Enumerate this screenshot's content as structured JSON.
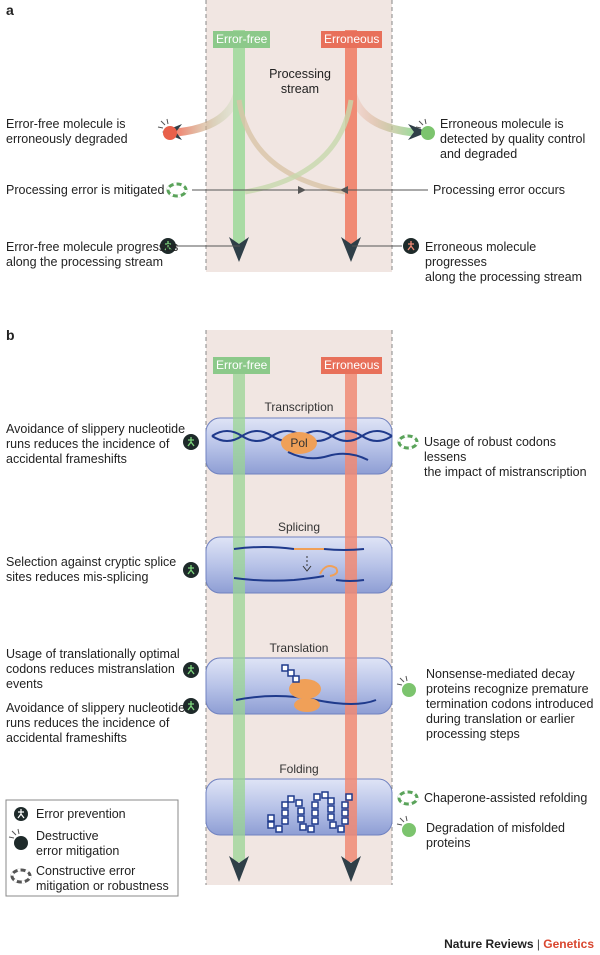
{
  "panel_a": {
    "letter": "a",
    "tag_error_free": "Error-free",
    "tag_erroneous": "Erroneous",
    "stream_label": "Processing\nstream",
    "left_labels": [
      "Error-free molecule is\nerroneously degraded",
      "Processing error is mitigated",
      "Error-free molecule progresses\nalong the processing stream"
    ],
    "right_labels": [
      "Erroneous molecule is\ndetected by quality control\nand degraded",
      "Processing error occurs",
      "Erroneous molecule progresses\nalong the processing stream"
    ]
  },
  "panel_b": {
    "letter": "b",
    "tag_error_free": "Error-free",
    "tag_erroneous": "Erroneous",
    "steps": [
      {
        "title": "Transcription",
        "inner": "Pol"
      },
      {
        "title": "Splicing"
      },
      {
        "title": "Translation"
      },
      {
        "title": "Folding"
      }
    ],
    "left_labels": [
      "Avoidance of slippery nucleotide\nruns reduces the incidence of\naccidental frameshifts",
      "Selection against cryptic splice\nsites reduces mis-splicing",
      "Usage of translationally optimal\ncodons reduces mistranslation\nevents",
      "Avoidance of slippery nucleotide\nruns reduces the incidence of\naccidental frameshifts"
    ],
    "right_labels": [
      "Usage of robust codons lessens\nthe impact of mistranscription",
      "Nonsense-mediated decay\nproteins recognize premature\ntermination codons introduced\nduring translation or earlier\nprocessing steps",
      "Chaperone-assisted refolding",
      "Degradation of misfolded\nproteins"
    ]
  },
  "legend": {
    "items": [
      {
        "icon": "walker-icon",
        "label": "Error prevention"
      },
      {
        "icon": "bomb-icon",
        "label": "Destructive\nerror mitigation"
      },
      {
        "icon": "lifebuoy-icon",
        "label": "Constructive error\nmitigation or robustness"
      }
    ]
  },
  "footer": {
    "journal": "Nature Reviews",
    "separator": " | ",
    "section": "Genetics"
  },
  "colors": {
    "green_stream": "#a6d9a0",
    "red_stream": "#ef8c78",
    "band": "#efe4e0",
    "pill": "#b8c3e6",
    "dna": "#1f3a8c",
    "orange": "#f0a058"
  }
}
